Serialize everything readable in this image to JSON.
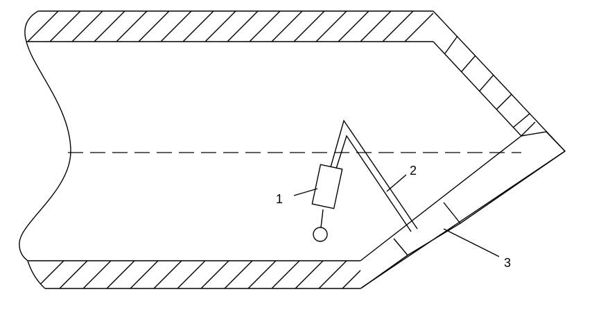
{
  "labels": {
    "l1": "1",
    "l2": "2",
    "l3": "3"
  },
  "colors": {
    "stroke": "#000000",
    "background": "#ffffff"
  }
}
